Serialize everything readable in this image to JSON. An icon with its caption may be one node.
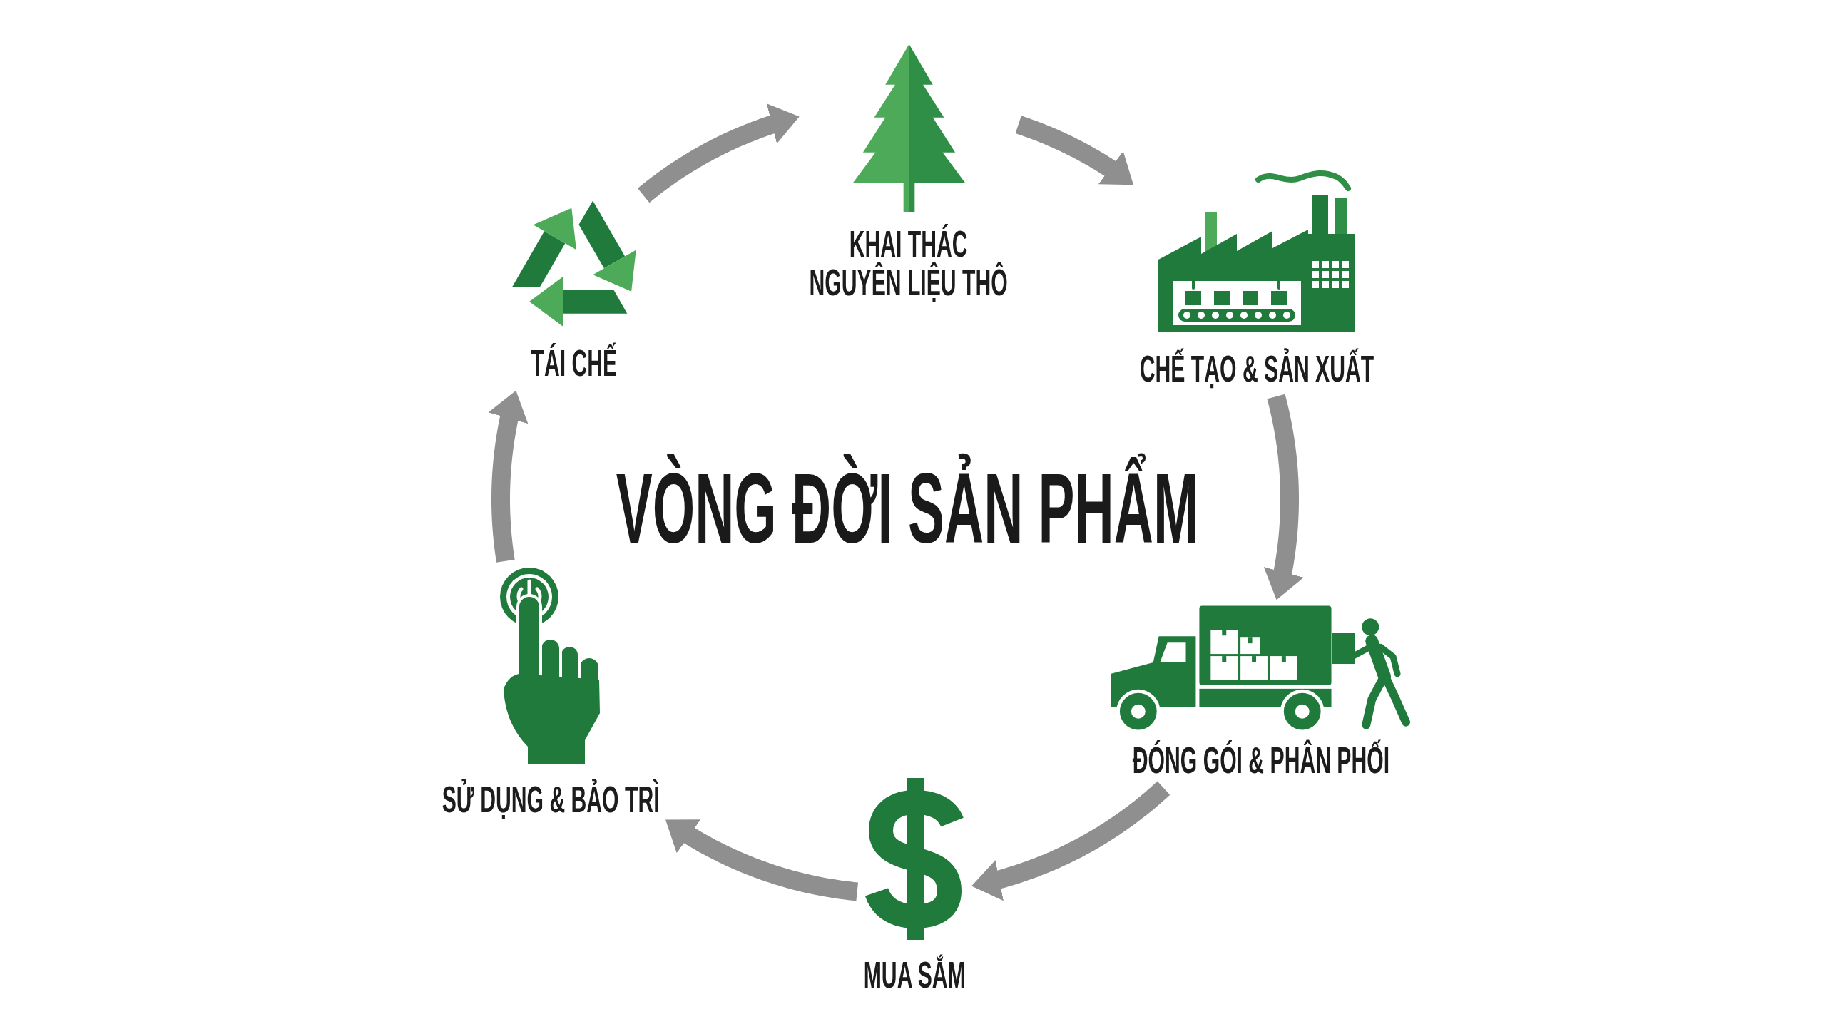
{
  "diagram": {
    "title": "VÒNG ĐỜI SẢN PHẨM",
    "nodes": [
      {
        "text": [
          "KHAI THÁC NGUYÊN LIỆU THÔ"
        ]
      },
      {
        "text": [
          "CHẾ TẠO & SẢN XUẤT"
        ]
      },
      {
        "text": [
          "ĐÓNG GÓI & PHÂN PHỐI"
        ]
      },
      {
        "text": [
          "MUA SẮM"
        ]
      },
      {
        "text": [
          "SỬ DỤNG & BẢO TRÌ"
        ]
      },
      {
        "text": [
          "TÁI CHẾ"
        ]
      }
    ],
    "edges": [
      {
        "from": 0,
        "to": 1,
        "arrow": "to"
      },
      {
        "from": 1,
        "to": 2,
        "arrow": "to"
      },
      {
        "from": 2,
        "to": 3,
        "arrow": "to"
      },
      {
        "from": 3,
        "to": 4,
        "arrow": "to"
      },
      {
        "from": 4,
        "to": 5,
        "arrow": "to"
      },
      {
        "from": 5,
        "to": 0,
        "arrow": "to"
      }
    ]
  }
}
